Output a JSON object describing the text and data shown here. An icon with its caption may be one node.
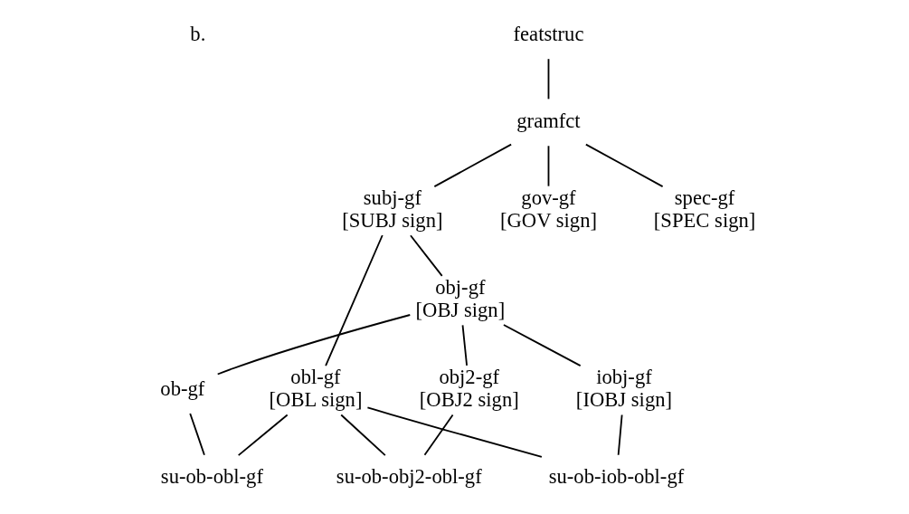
{
  "diagram": {
    "nodes": [
      {
        "text": [
          "featstruc"
        ]
      },
      {
        "text": [
          "gramfct"
        ]
      },
      {
        "text": [
          "subj-gf",
          "[SUBJ sign]"
        ]
      },
      {
        "text": [
          "gov-gf",
          "[GOV sign]"
        ]
      },
      {
        "text": [
          "spec-gf",
          "[SPEC sign]"
        ]
      },
      {
        "text": [
          "obj-gf",
          "[OBJ sign]"
        ]
      },
      {
        "text": [
          "obl-gf",
          "[OBL sign]"
        ]
      },
      {
        "text": [
          "ob-gf"
        ]
      },
      {
        "text": [
          "iobj-gf",
          "[IOBJ sign]"
        ]
      },
      {
        "text": [
          "obj2-gf",
          "[OBJ2 sign]"
        ]
      },
      {
        "text": [
          "su-ob-obl-gf"
        ]
      },
      {
        "text": [
          "su-ob-obj2-obl-gf"
        ]
      },
      {
        "text": [
          "su-ob-iob-obl-gf"
        ]
      }
    ],
    "edges": [
      {
        "from": 0,
        "to": 1,
        "arrow": "none"
      },
      {
        "from": 1,
        "to": 2,
        "arrow": "none"
      },
      {
        "from": 1,
        "to": 3,
        "arrow": "none"
      },
      {
        "from": 1,
        "to": 4,
        "arrow": "none"
      },
      {
        "from": 2,
        "to": 5,
        "arrow": "none"
      },
      {
        "from": 2,
        "to": 6,
        "arrow": "none"
      },
      {
        "from": 5,
        "to": 7,
        "arrow": "none"
      },
      {
        "from": 5,
        "to": 8,
        "arrow": "none"
      },
      {
        "from": 5,
        "to": 9,
        "arrow": "none"
      },
      {
        "from": 7,
        "to": 10,
        "arrow": "none"
      },
      {
        "from": 6,
        "to": 10,
        "arrow": "none"
      },
      {
        "from": 6,
        "to": 12,
        "arrow": "none"
      },
      {
        "from": 6,
        "to": 11,
        "arrow": "none"
      },
      {
        "from": 8,
        "to": 12,
        "arrow": "none"
      },
      {
        "from": 9,
        "to": 11,
        "arrow": "none"
      }
    ],
    "labels": [
      "b."
    ]
  }
}
